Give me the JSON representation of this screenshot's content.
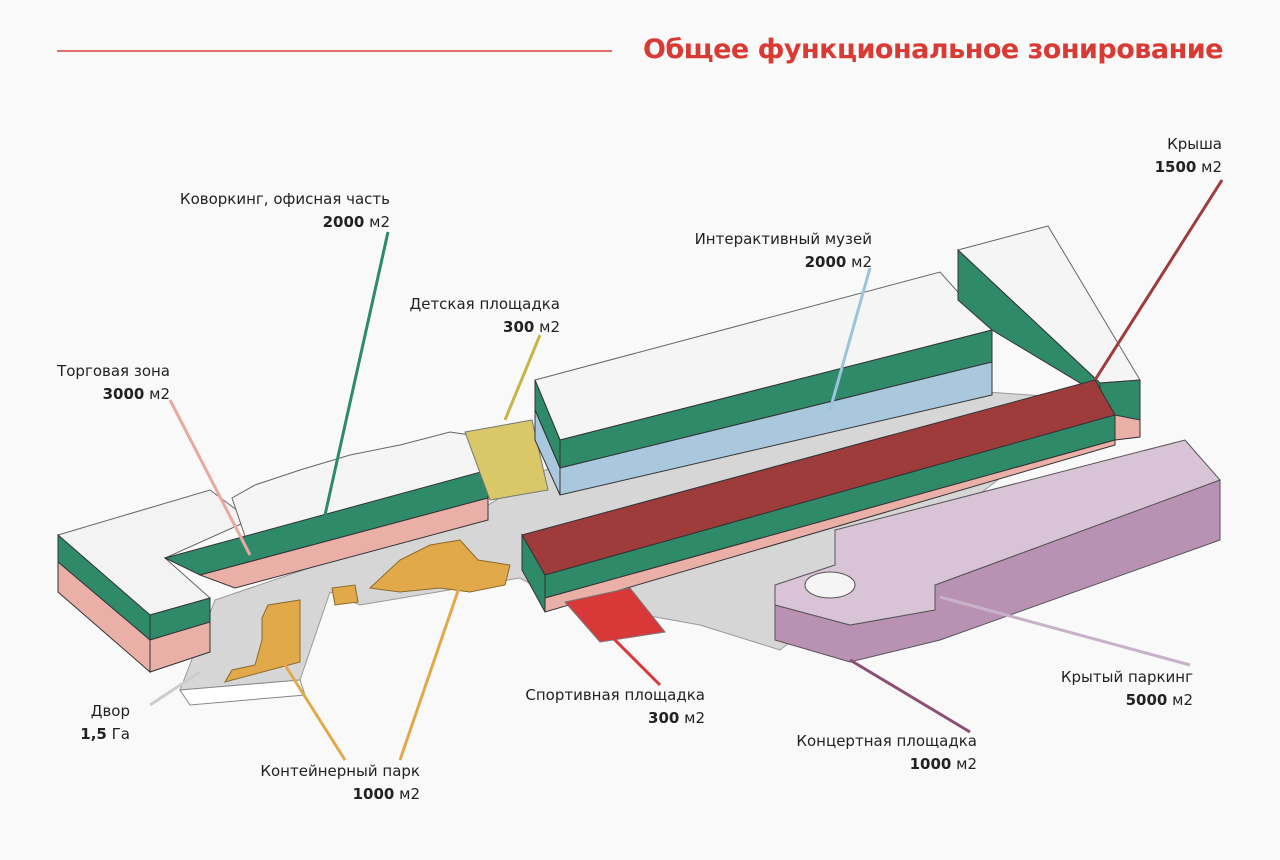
{
  "title": "Общее функциональное зонирование",
  "colors": {
    "accent": "#d93a33"
  },
  "zones": [
    {
      "id": "trade",
      "name": "Торговая зона",
      "value": "3000",
      "unit": "м2",
      "color": "#e9a9a0"
    },
    {
      "id": "coworking",
      "name": "Коворкинг, офисная часть",
      "value": "2000",
      "unit": "м2",
      "color": "#2f8a6a"
    },
    {
      "id": "kids",
      "name": "Детская площадка",
      "value": "300",
      "unit": "м2",
      "color": "#c9b44a"
    },
    {
      "id": "museum",
      "name": "Интерактивный музей",
      "value": "2000",
      "unit": "м2",
      "color": "#9cc3dc"
    },
    {
      "id": "roof",
      "name": "Крыша",
      "value": "1500",
      "unit": "м2",
      "color": "#9e3b3b"
    },
    {
      "id": "yard",
      "name": "Двор",
      "value": "1,5",
      "unit": "Га",
      "color": "#cccccc"
    },
    {
      "id": "containers",
      "name": "Контейнерный парк",
      "value": "1000",
      "unit": "м2",
      "color": "#e2a94a"
    },
    {
      "id": "sports",
      "name": "Спортивная площадка",
      "value": "300",
      "unit": "м2",
      "color": "#d93838"
    },
    {
      "id": "concert",
      "name": "Концертная площадка",
      "value": "1000",
      "unit": "м2",
      "color": "#8c4f72"
    },
    {
      "id": "parking",
      "name": "Крытый паркинг",
      "value": "5000",
      "unit": "м2",
      "color": "#c8b2c8"
    }
  ]
}
